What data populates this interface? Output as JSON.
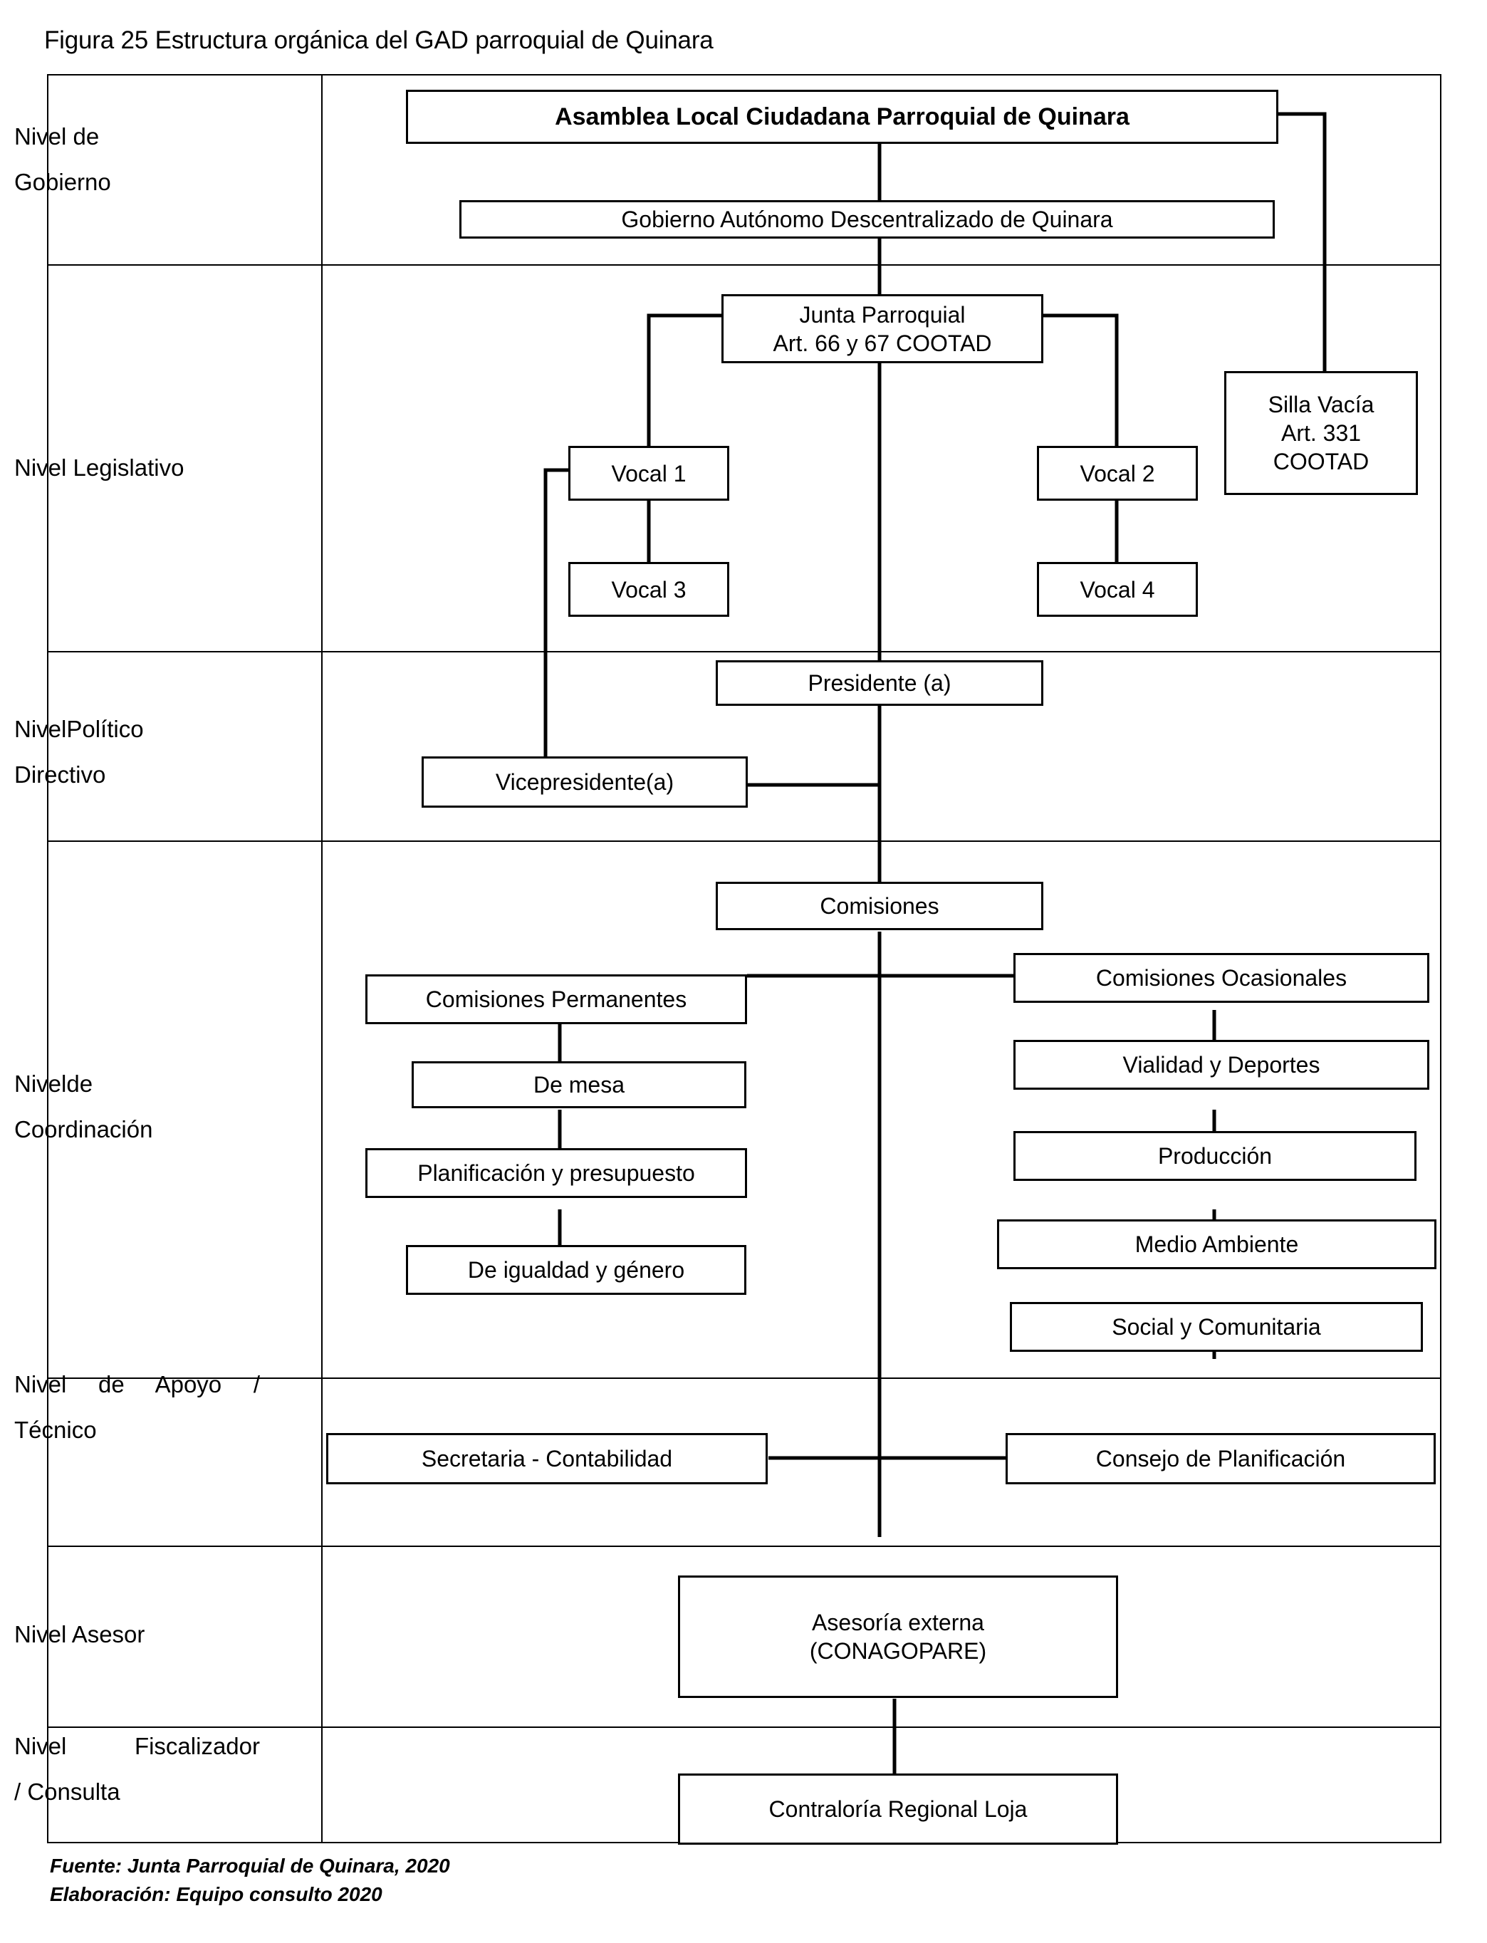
{
  "figure": {
    "caption": "Figura 25  Estructura orgánica del GAD parroquial de Quinara"
  },
  "levels": [
    {
      "id": "gobierno",
      "label_line1": "Nivel de",
      "label_line2": "Gobierno"
    },
    {
      "id": "legislativo",
      "label_line1": "Nivel Legislativo",
      "label_line2": ""
    },
    {
      "id": "politico-directivo",
      "label_line1": "Nivel",
      "label_line1b": "Político",
      "label_line2": "Directivo"
    },
    {
      "id": "coordinacion",
      "label_line1": "Nivel",
      "label_line1b": "de",
      "label_line2": "Coordinación"
    },
    {
      "id": "apoyo-tecnico",
      "label_line1": "Nivel  de  Apoyo  /",
      "label_line2": "Técnico"
    },
    {
      "id": "asesor",
      "label_line1": "Nivel Asesor",
      "label_line2": ""
    },
    {
      "id": "fiscalizador",
      "label_line1": "Nivel  Fiscalizador",
      "label_line2": "/ Consulta"
    }
  ],
  "nodes": {
    "asamblea": "Asamblea Local Ciudadana Parroquial de Quinara",
    "gad": "Gobierno Autónomo Descentralizado de Quinara",
    "junta_line1": "Junta Parroquial",
    "junta_line2": "Art. 66 y 67 COOTAD",
    "silla_line1": "Silla Vacía",
    "silla_line2": "Art. 331",
    "silla_line3": "COOTAD",
    "vocal1": "Vocal 1",
    "vocal2": "Vocal 2",
    "vocal3": "Vocal 3",
    "vocal4": "Vocal 4",
    "presidente": "Presidente (a)",
    "vicepresidente": "Vicepresidente(a)",
    "comisiones": "Comisiones",
    "comisiones_permanentes": "Comisiones Permanentes",
    "de_mesa": "De mesa",
    "planificacion_presupuesto": "Planificación y presupuesto",
    "igualdad_genero": "De igualdad y  género",
    "comisiones_ocasionales": "Comisiones Ocasionales",
    "vialidad_deportes": "Vialidad y Deportes",
    "produccion": "Producción",
    "medio_ambiente": "Medio Ambiente",
    "social_comunitaria": "Social y Comunitaria",
    "secretaria_contabilidad": "Secretaria - Contabilidad",
    "consejo_planificacion": "Consejo de Planificación",
    "asesoria_line1": "Asesoría externa",
    "asesoria_line2": "(CONAGOPARE)",
    "contraloria": "Contraloría Regional Loja"
  },
  "footer": {
    "fuente": "Fuente: Junta Parroquial de Quinara, 2020",
    "elaboracion": "Elaboración: Equipo consulto 2020"
  },
  "colors": {
    "line": "#000000",
    "background": "#ffffff"
  }
}
